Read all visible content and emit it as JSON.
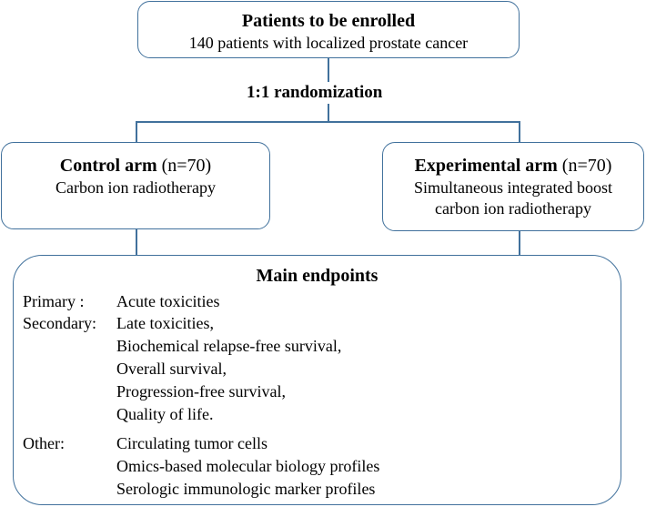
{
  "enroll": {
    "title": "Patients to be enrolled",
    "text": "140 patients with localized prostate cancer"
  },
  "randomization": "1:1 randomization",
  "control": {
    "title": "Control arm",
    "n": "(n=70)",
    "text": "Carbon ion radiotherapy"
  },
  "experimental": {
    "title": "Experimental arm",
    "n": "(n=70)",
    "line1": "Simultaneous integrated boost",
    "line2": "carbon ion radiotherapy"
  },
  "endpoints": {
    "title": "Main endpoints",
    "primary_label": "Primary :",
    "primary": [
      "Acute toxicities"
    ],
    "secondary_label": "Secondary:",
    "secondary": [
      "Late toxicities,",
      "Biochemical relapse-free survival,",
      "Overall survival,",
      "Progression-free survival,",
      "Quality of life."
    ],
    "other_label": "Other:",
    "other": [
      "Circulating tumor cells",
      "Omics-based molecular biology profiles",
      "Serologic immunologic marker profiles"
    ]
  }
}
